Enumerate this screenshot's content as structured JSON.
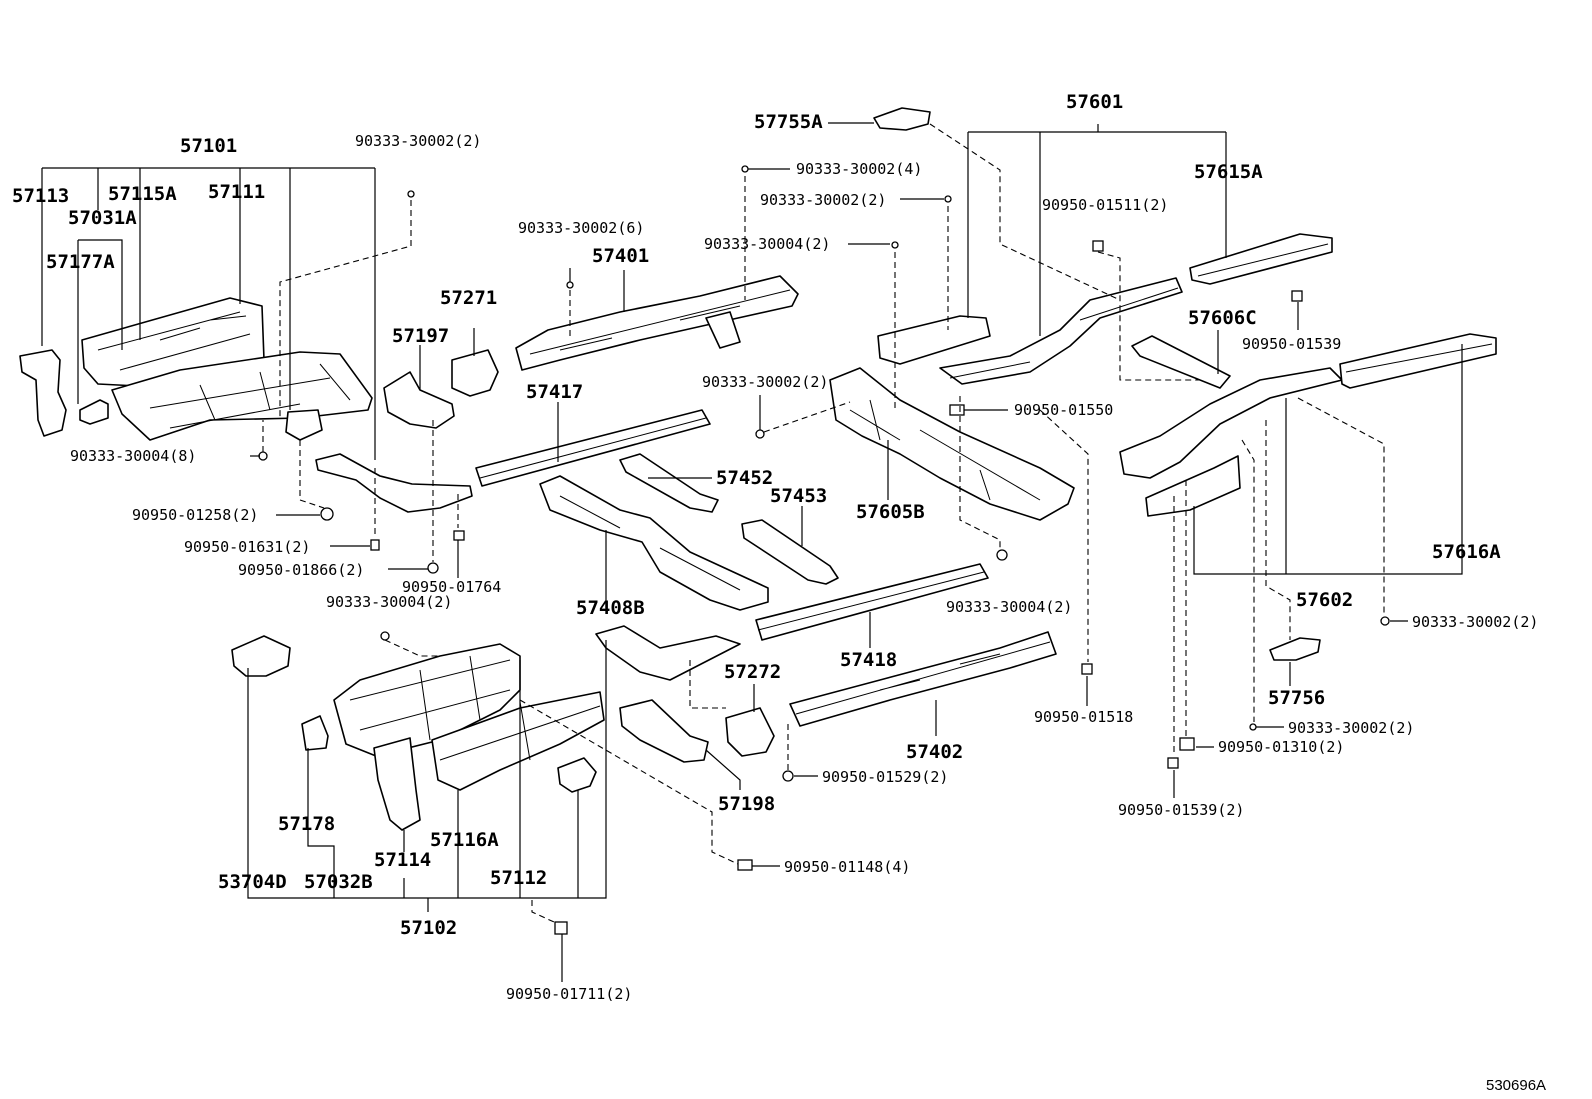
{
  "labels": {
    "p57101": "57101",
    "p57113": "57113",
    "p57115A": "57115A",
    "p57111": "57111",
    "p57031A": "57031A",
    "p57177A": "57177A",
    "p90333_30002_2a": "90333-30002(2)",
    "p90333_30004_8": "90333-30004(8)",
    "p90950_01258_2": "90950-01258(2)",
    "p90950_01631_2": "90950-01631(2)",
    "p90950_01866_2": "90950-01866(2)",
    "p90950_01764": "90950-01764",
    "p57197": "57197",
    "p57271": "57271",
    "p90333_30002_6": "90333-30002(6)",
    "p57401": "57401",
    "p57417": "57417",
    "p57452": "57452",
    "p57453": "57453",
    "p57408B": "57408B",
    "p57755A": "57755A",
    "p90333_30002_4": "90333-30002(4)",
    "p90333_30002_2b": "90333-30002(2)",
    "p90333_30004_2a": "90333-30004(2)",
    "p90333_30002_2c": "90333-30002(2)",
    "p57605B": "57605B",
    "p57601": "57601",
    "p57615A": "57615A",
    "p90950_01511_2": "90950-01511(2)",
    "p57606C": "57606C",
    "p90950_01539": "90950-01539",
    "p90950_01550": "90950-01550",
    "p57616A": "57616A",
    "p57602": "57602",
    "p90333_30002_2d": "90333-30002(2)",
    "p57756": "57756",
    "p90333_30002_2e": "90333-30002(2)",
    "p90950_01310_2": "90950-01310(2)",
    "p90950_01539_2": "90950-01539(2)",
    "p90333_30004_2b": "90333-30004(2)",
    "p90333_30004_2c": "90333-30004(2)",
    "p57418": "57418",
    "p57272": "57272",
    "p57402": "57402",
    "p90950_01518": "90950-01518",
    "p90950_01529_2": "90950-01529(2)",
    "p57198": "57198",
    "p90950_01148_4": "90950-01148(4)",
    "p57178": "57178",
    "p57114": "57114",
    "p57116A": "57116A",
    "p57112": "57112",
    "p53704D": "53704D",
    "p57032B": "57032B",
    "p57102": "57102",
    "p90950_01711_2": "90950-01711(2)",
    "ref": "530696A"
  }
}
